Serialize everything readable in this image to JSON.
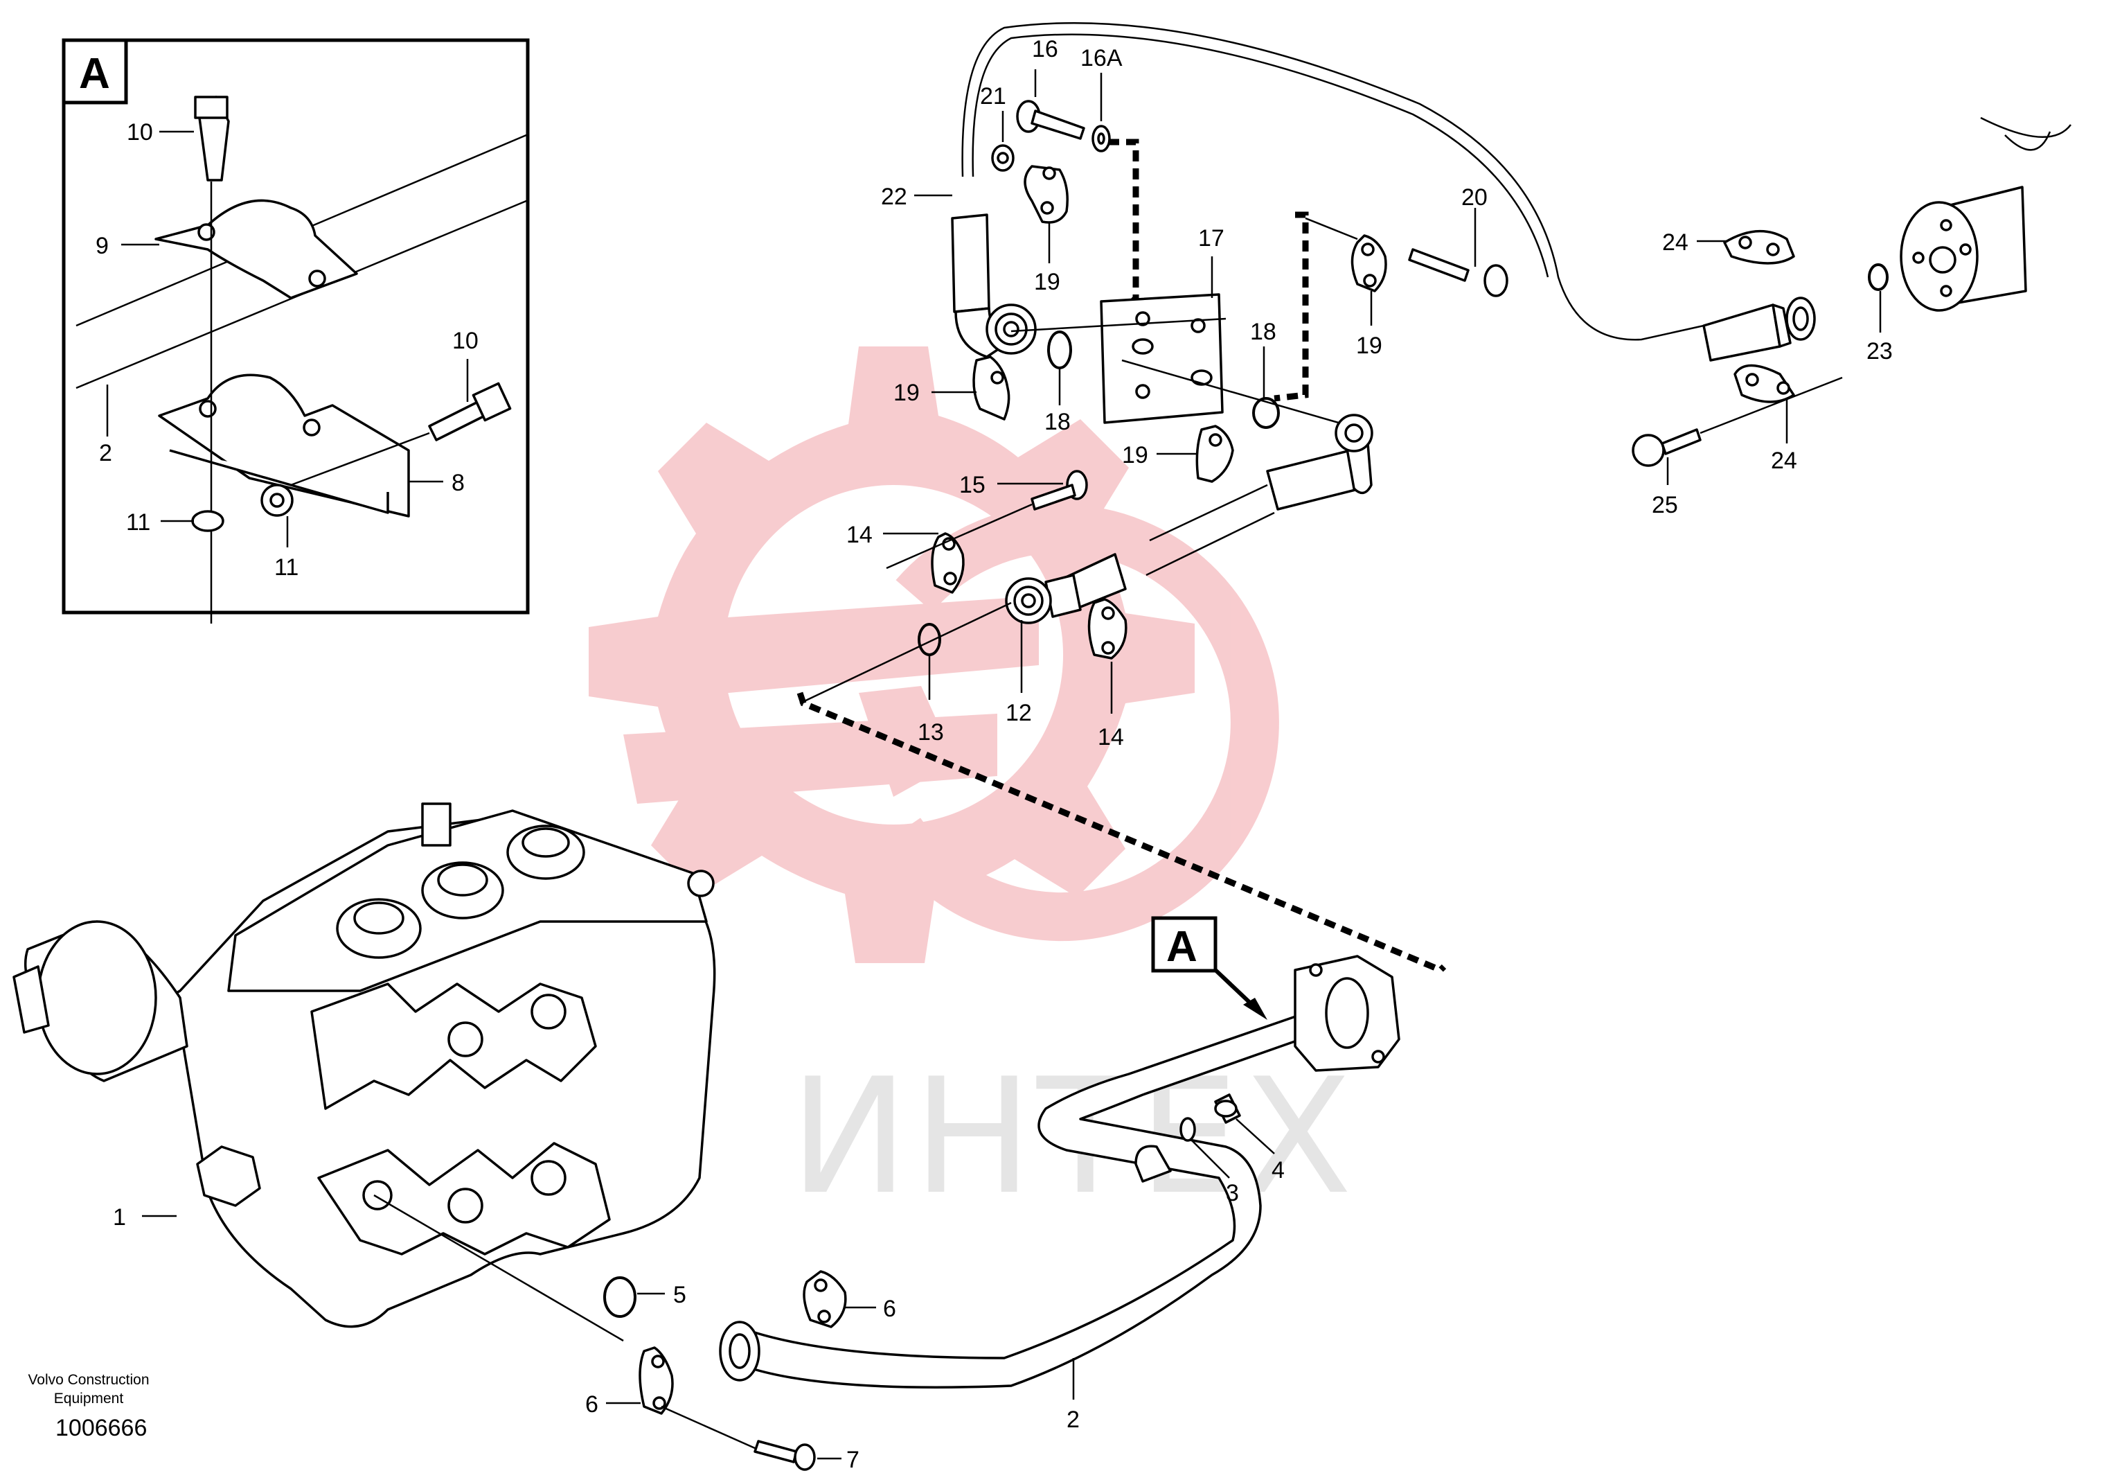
{
  "colors": {
    "line": "#000000",
    "watermark_logo": "#f2a3a8",
    "watermark_text": "#e5e5e5",
    "background": "#ffffff"
  },
  "inset": {
    "letter": "A"
  },
  "main_callout": {
    "letter": "A"
  },
  "watermark_text": "ИНТЕХ",
  "footer": {
    "company_line1": "Volvo Construction",
    "company_line2": "Equipment",
    "document_number": "1006666"
  },
  "labels": {
    "inset_bolt_top": "10",
    "inset_clamp_upper": "9",
    "inset_bolt_side": "10",
    "inset_pipe": "2",
    "inset_bracket": "8",
    "inset_nut_left": "11",
    "inset_nut_bottom": "11",
    "valve": "1",
    "pipe_main": "2",
    "seal_3": "3",
    "plug_4": "4",
    "oring_5": "5",
    "clamp_6_right": "6",
    "clamp_6_left": "6",
    "screw_7": "7",
    "flange_12": "12",
    "oring_13": "13",
    "clamp_14_top": "14",
    "clamp_14_bottom": "14",
    "screw_15": "15",
    "screw_16": "16",
    "washer_16a": "16A",
    "plate_17": "17",
    "oring_18_left": "18",
    "oring_18_right": "18",
    "clamp_19_left": "19",
    "clamp_19_upper": "19",
    "clamp_19_mid": "19",
    "clamp_19_right": "19",
    "screw_20": "20",
    "nut_21": "21",
    "hose_22": "22",
    "oring_23": "23",
    "clamp_24_top": "24",
    "clamp_24_bottom": "24",
    "screw_25": "25"
  }
}
